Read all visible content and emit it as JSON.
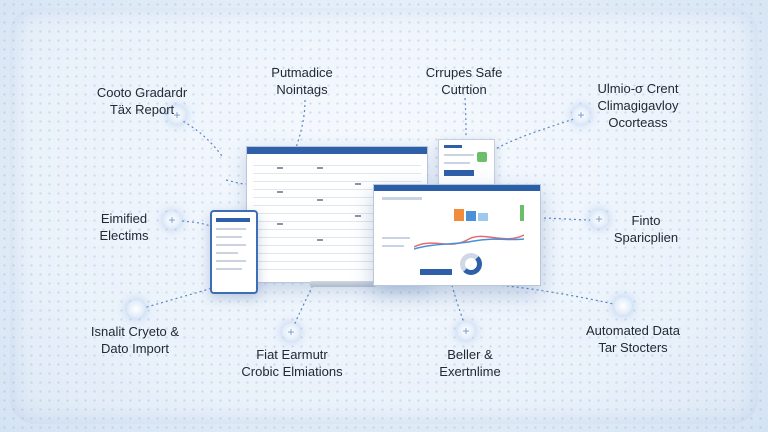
{
  "features": [
    {
      "id": "crypto-tax-report",
      "lines": [
        "Cooto Gradardr",
        "Täx Report"
      ]
    },
    {
      "id": "putmadice-notings",
      "lines": [
        "Putmadice",
        "Nointags"
      ]
    },
    {
      "id": "crupes-safe-curtion",
      "lines": [
        "Crrupes Safe",
        "Cutrtion"
      ]
    },
    {
      "id": "ulmio-crent",
      "lines": [
        "Ulmio-σ Crent",
        "Climagigavloy",
        "Ocorteass"
      ]
    },
    {
      "id": "emified-electims",
      "lines": [
        "Eimified",
        "Electims"
      ]
    },
    {
      "id": "finto-sparicplien",
      "lines": [
        "Finto",
        "Sparicplien"
      ]
    },
    {
      "id": "isnalit-crypto-import",
      "lines": [
        "Isnalit Cryeto &",
        "Dato Import"
      ]
    },
    {
      "id": "fiat-earmutr",
      "lines": [
        "Fiat Earmutr",
        "Crobic Elmiations"
      ]
    },
    {
      "id": "beller-exertnlime",
      "lines": [
        "Beller &",
        "Exertnlime"
      ]
    },
    {
      "id": "automated-data",
      "lines": [
        "Automated Data",
        "Tar Stocters"
      ]
    }
  ],
  "colors": {
    "accent": "#2e5fa8",
    "link": "#5b86c4",
    "text": "#222a36"
  }
}
